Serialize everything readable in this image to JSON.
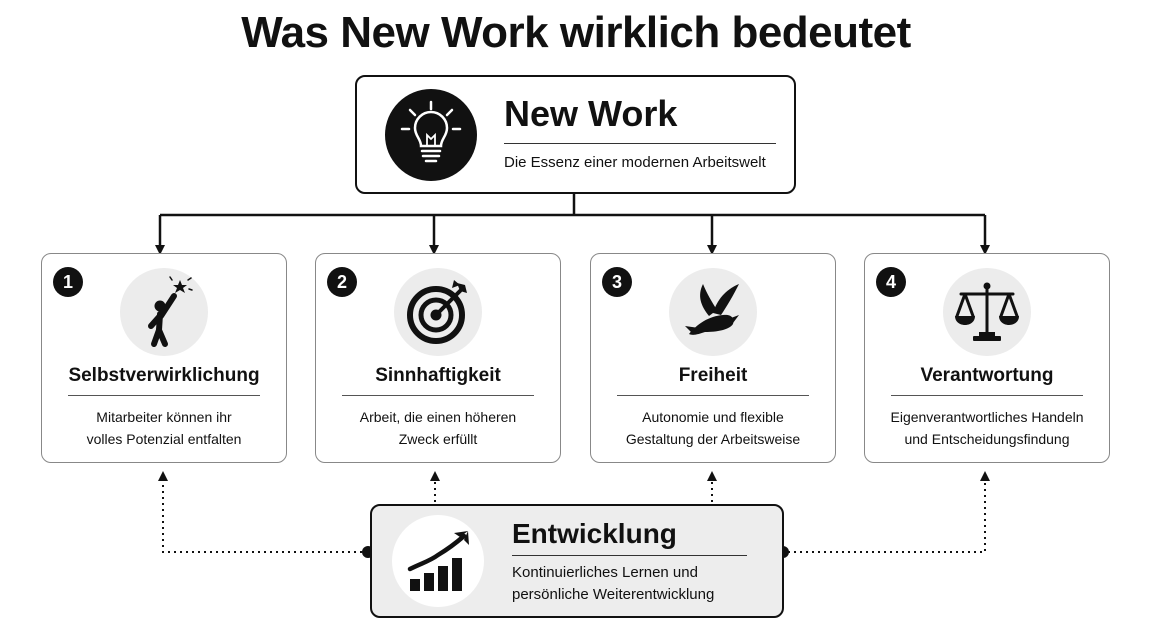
{
  "title": "Was New Work wirklich bedeutet",
  "top": {
    "title": "New Work",
    "subtitle": "Die Essenz einer modernen Arbeitswelt",
    "icon": "lightbulb-icon"
  },
  "pillars": [
    {
      "number": "1",
      "title": "Selbstverwirklichung",
      "desc_line1": "Mitarbeiter können ihr",
      "desc_line2": "volles Potenzial entfalten",
      "icon": "person-reaching-star-icon"
    },
    {
      "number": "2",
      "title": "Sinnhaftigkeit",
      "desc_line1": "Arbeit, die einen höheren",
      "desc_line2": "Zweck erfüllt",
      "icon": "target-arrow-icon"
    },
    {
      "number": "3",
      "title": "Freiheit",
      "desc_line1": "Autonomie und flexible",
      "desc_line2": "Gestaltung der Arbeitsweise",
      "icon": "bird-icon"
    },
    {
      "number": "4",
      "title": "Verantwortung",
      "desc_line1": "Eigenverantwortliches Handeln",
      "desc_line2": "und Entscheidungsfindung",
      "icon": "scales-icon"
    }
  ],
  "bottom": {
    "title": "Entwicklung",
    "desc_line1": "Kontinuierliches Lernen und",
    "desc_line2": "persönliche Weiterentwicklung",
    "icon": "growth-chart-icon"
  },
  "colors": {
    "ink": "#111111",
    "card_border": "#888888",
    "icon_bg": "#ececec",
    "bottom_bg": "#ededed"
  }
}
